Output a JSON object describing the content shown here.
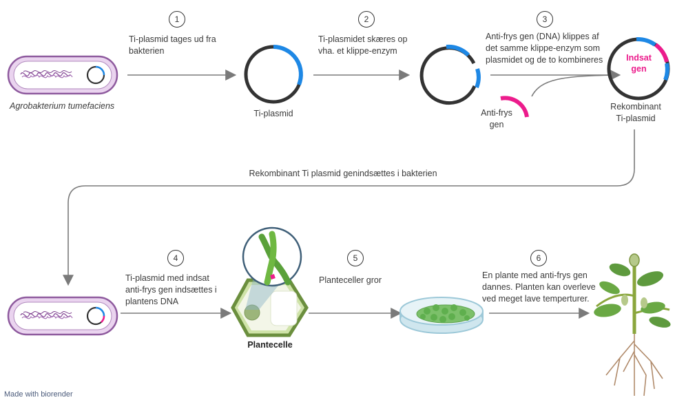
{
  "steps": [
    {
      "number": "1",
      "text": "Ti-plasmid tages ud fra\nbakterien"
    },
    {
      "number": "2",
      "text": "Ti-plasmidet skæres op\nvha. et klippe-enzym"
    },
    {
      "number": "3",
      "text": "Anti-frys gen (DNA) klippes af\ndet samme klippe-enzym som\nplasmidet og de to kombineres"
    },
    {
      "number": "4",
      "text": "Ti-plasmid med indsat\nanti-frys gen indsættes i\nplantens DNA"
    },
    {
      "number": "5",
      "text": "Planteceller gror"
    },
    {
      "number": "6",
      "text": "En plante med anti-frys gen\ndannes. Planten kan overleve\nved meget lave temperturer."
    }
  ],
  "labels": {
    "bacterium": "Agrobakterium tumefaciens",
    "ti_plasmid": "Ti-plasmid",
    "anti_freeze_gene": "Anti-frys\ngen",
    "recombinant": "Rekombinant\nTi-plasmid",
    "inserted_gene": "Indsat\ngen",
    "reinsert": "Rekombinant Ti plasmid genindsættes i bakterien",
    "plant_cell": "Plantecelle",
    "footer": "Made with biorender"
  },
  "colors": {
    "plasmid_blue": "#1e88e5",
    "gene_magenta": "#ec1c8c",
    "bacterium_outline": "#8e5a9e",
    "bacterium_fill": "#ead4ef",
    "cell_green": "#6b8f3e",
    "arrow": "#7a7a7a"
  }
}
